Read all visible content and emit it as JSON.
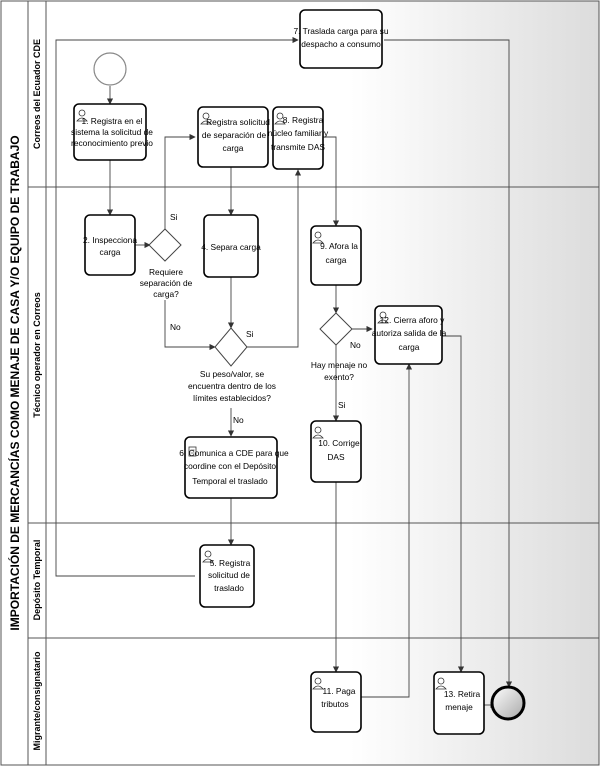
{
  "pool": {
    "title": "IMPORTACIÓN DE MERCANCÍAS COMO MENAJE DE CASA Y/O EQUIPO DE TRABAJO"
  },
  "lanes": [
    {
      "key": "correos",
      "label": "Correos del Ecuador CDE"
    },
    {
      "key": "tecnico",
      "label": "Técnico operador en Correos"
    },
    {
      "key": "deposito",
      "label": "Depósito Temporal"
    },
    {
      "key": "migrante",
      "label": "Migrante/consignatario"
    }
  ],
  "tasks": [
    {
      "key": "t1",
      "lines": [
        "1. Registra en el",
        "sistema la solicitud de",
        "reconocimiento previo"
      ]
    },
    {
      "key": "t2",
      "lines": [
        "2. Inspecciona",
        "carga"
      ]
    },
    {
      "key": "t3",
      "lines": [
        "Registra solicitud",
        "de separación de",
        "carga"
      ]
    },
    {
      "key": "t4",
      "lines": [
        "4. Separa carga"
      ]
    },
    {
      "key": "t5",
      "lines": [
        "5. Registra",
        "solicitud de",
        "traslado"
      ]
    },
    {
      "key": "t6",
      "lines": [
        "6. Comunica a CDE para que",
        "coordine con el Depósito",
        "Temporal el traslado"
      ]
    },
    {
      "key": "t7",
      "lines": [
        "7. Traslada carga para su",
        "despacho a consumo"
      ]
    },
    {
      "key": "t8",
      "lines": [
        "8. Registra",
        "núcleo familiar y",
        "transmite DAS"
      ]
    },
    {
      "key": "t9",
      "lines": [
        "9. Afora la",
        "carga"
      ]
    },
    {
      "key": "t10",
      "lines": [
        "10. Corrige",
        "DAS"
      ]
    },
    {
      "key": "t11",
      "lines": [
        "11. Paga",
        "tributos"
      ]
    },
    {
      "key": "t12",
      "lines": [
        "12. Cierra aforo y",
        "autoriza salida de la",
        "carga"
      ]
    },
    {
      "key": "t13",
      "lines": [
        "13. Retira",
        "menaje"
      ]
    }
  ],
  "gateways": [
    {
      "key": "g1",
      "question": [
        "Requiere",
        "separación de",
        "carga?"
      ],
      "yes": "Si",
      "no": "No"
    },
    {
      "key": "g2",
      "question": [
        "Su peso/valor, se",
        "encuentra dentro de los",
        "límites establecidos?"
      ],
      "yes": "Si",
      "no": "No"
    },
    {
      "key": "g3",
      "question": [
        "Hay menaje no",
        "exento?"
      ],
      "yes": "Si",
      "no": "No"
    }
  ],
  "colors": {
    "lane_fill": "#ffffff",
    "lane_shade": "#e4e4e4",
    "task_border": "#000000",
    "start_fill": "#ffffff",
    "end_fill": "#d8d8d8"
  }
}
